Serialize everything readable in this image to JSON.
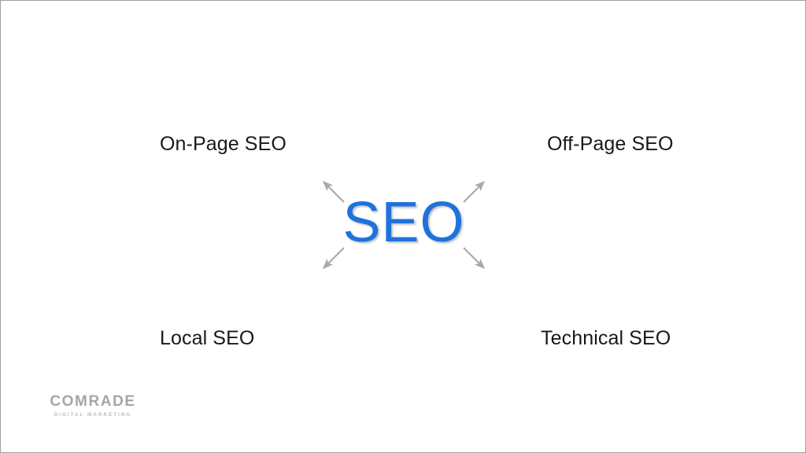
{
  "slide": {
    "background_color": "#ffffff",
    "border_color": "#9f9f9f"
  },
  "center": {
    "label": "SEO",
    "color": "#1f72dd"
  },
  "arrows": {
    "color": "#a8a8a8",
    "directions": [
      "up-left",
      "up-right",
      "down-left",
      "down-right"
    ]
  },
  "quadrants": {
    "top_left": "On-Page SEO",
    "top_right": "Off-Page SEO",
    "bottom_left": "Local SEO",
    "bottom_right": "Technical SEO",
    "text_color": "#16181c"
  },
  "logo": {
    "name": "COMRADE",
    "tagline": "DIGITAL MARKETING",
    "color": "#a6a6a6"
  }
}
